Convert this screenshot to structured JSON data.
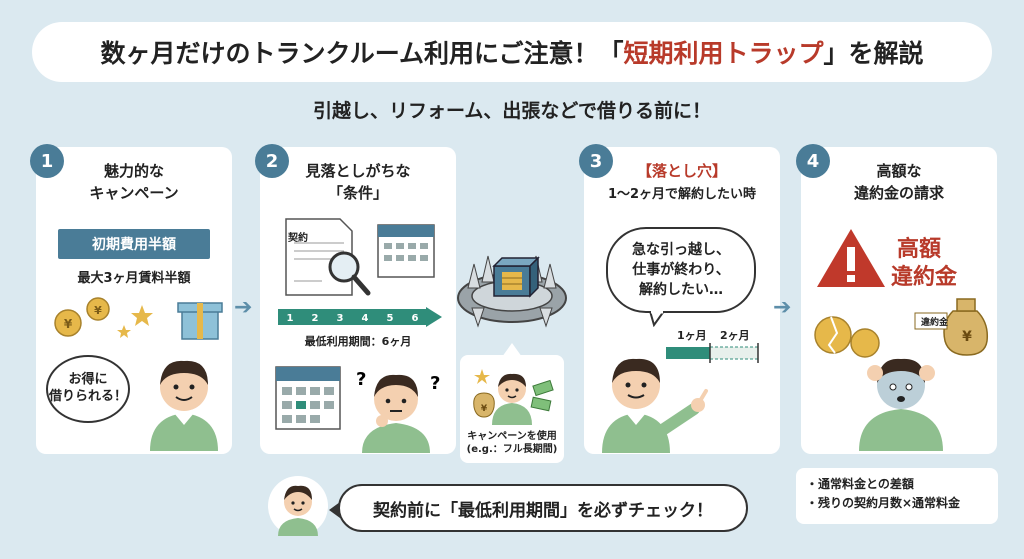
{
  "header": {
    "title_before": "数ヶ月だけのトランクルーム利用にご注意！「",
    "title_highlight": "短期利用トラップ",
    "title_after": "」を解説",
    "subtitle": "引越し、リフォーム、出張などで借りる前に！"
  },
  "cards": [
    {
      "number": "1",
      "title_line1": "魅力的な",
      "title_line2": "キャンペーン",
      "ribbon": "初期費用半額",
      "sub": "最大3ヶ月賃料半額",
      "speech": "お得に\n借りられる！"
    },
    {
      "number": "2",
      "title_line1": "見落としがちな",
      "title_line2": "「条件」",
      "doc_label": "契約",
      "progress_steps": [
        "1",
        "2",
        "3",
        "4",
        "5",
        "6"
      ],
      "period_label": "最低利用期間：6ヶ月"
    },
    {
      "number": "3",
      "title_line1": "【落とし穴】",
      "title_line2": "1〜2ヶ月で解約したい時",
      "speech_line1": "急な引っ越し、",
      "speech_line2": "仕事が終わり、",
      "speech_line3": "解約したい…",
      "timeline_label1": "1ヶ月",
      "timeline_label2": "2ヶ月"
    },
    {
      "number": "4",
      "title_line1": "高額な",
      "title_line2": "違約金の請求",
      "penalty_line1": "高額",
      "penalty_line2": "違約金",
      "bag_label": "違約金",
      "bullets": [
        "・通常料金との差額",
        "・残りの契約月数×通常料金"
      ]
    }
  ],
  "trap_note": {
    "caption_line1": "キャンペーンを使用",
    "caption_line2": "(e.g.：フル長期間)"
  },
  "cta": {
    "text": "契約前に「最低利用期間」を必ずチェック！"
  },
  "colors": {
    "background": "#dbe9f0",
    "accent": "#4a7c97",
    "warning": "#b83a2a",
    "progress": "#2f8d7a"
  }
}
